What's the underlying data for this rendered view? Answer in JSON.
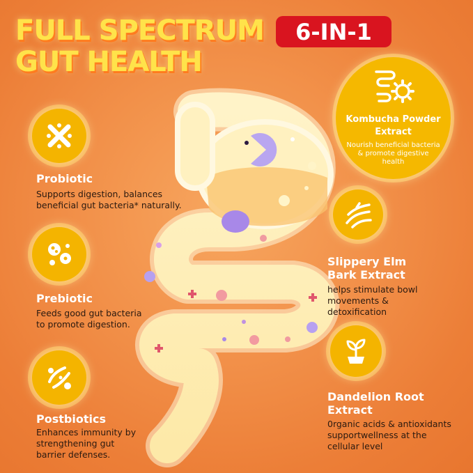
{
  "headline": {
    "line1": "FULL SPECTRUM",
    "line2": "GUT HEALTH"
  },
  "badge": "6-IN-1",
  "features": {
    "kombucha": {
      "title": [
        "Kombucha Powder",
        "Extract"
      ],
      "description": [
        "Nourish beneficial bacteria",
        "& promote digestive",
        "health"
      ],
      "icon": "intestine-gear-icon"
    },
    "probiotic": {
      "title": "Probiotic",
      "description": [
        "Supports digestion, balances",
        "beneficial gut bacteria* naturally."
      ],
      "icon": "bacteria-pattern-icon"
    },
    "prebiotic": {
      "title": "Prebiotic",
      "description": [
        "Feeds good gut bacteria",
        "to promote digestion."
      ],
      "icon": "microbe-cluster-icon"
    },
    "postbiotics": {
      "title": "Postbiotics",
      "description": [
        "Enhances immunity by",
        "strengthening gut",
        "barrier defenses."
      ],
      "icon": "bacteria-mix-icon"
    },
    "slippery_elm": {
      "title": [
        "Slippery Elm",
        "Bark Extract"
      ],
      "description": [
        "helps stimulate bowl",
        "movements &",
        "detoxification"
      ],
      "icon": "bark-twigs-icon"
    },
    "dandelion": {
      "title": [
        "Dandelion Root",
        "Extract"
      ],
      "description": [
        "0rganic acids & antioxidants",
        "supportwellness at the",
        "cellular level"
      ],
      "icon": "plant-pot-icon"
    }
  },
  "colors": {
    "background": "#ef8a41",
    "headline": "#ffe34a",
    "badge": "#d9141f",
    "icon_circle": "#f4b400",
    "title_text": "#ffffff",
    "body_text": "#2b1a10"
  }
}
